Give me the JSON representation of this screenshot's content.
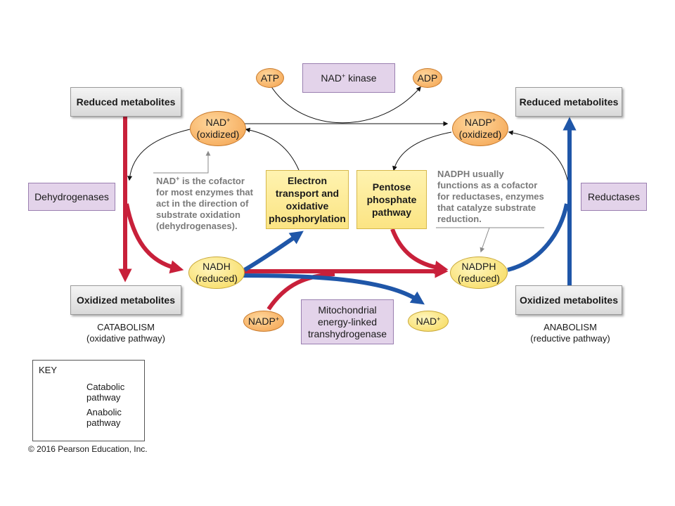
{
  "nodes": {
    "reduced_left": "Reduced metabolites",
    "oxidized_left": "Oxidized metabolites",
    "reduced_right": "Reduced metabolites",
    "oxidized_right": "Oxidized metabolites",
    "dehydrogenases": "Dehydrogenases",
    "reductases": "Reductases",
    "nad_kinase": {
      "text": "NAD",
      "sup": "+",
      "suffix": " kinase"
    },
    "transhydrogenase": [
      "Mitochondrial",
      "energy-linked",
      "transhydrogenase"
    ],
    "etc": [
      "Electron",
      "transport and",
      "oxidative",
      "phosphorylation"
    ],
    "ppp": [
      "Pentose",
      "phosphate",
      "pathway"
    ],
    "atp": "ATP",
    "adp": "ADP",
    "nad_ox": {
      "text": "NAD",
      "sup": "+",
      "state": "(oxidized)"
    },
    "nadp_ox": {
      "text": "NADP",
      "sup": "+",
      "state": "(oxidized)"
    },
    "nadh": {
      "text": "NADH",
      "state": "(reduced)"
    },
    "nadph": {
      "text": "NADPH",
      "state": "(reduced)"
    },
    "nadp_small": {
      "text": "NADP",
      "sup": "+"
    },
    "nad_small": {
      "text": "NAD",
      "sup": "+"
    }
  },
  "notes": {
    "nad_note": {
      "first_text": "NAD",
      "first_sup": "+",
      "lines": [
        " is the cofactor",
        "for most enzymes that",
        "act in the direction of",
        "substrate oxidation",
        "(dehydrogenases)."
      ]
    },
    "nadph_note": [
      "NADPH usually",
      "functions as a cofactor",
      "for reductases, enzymes",
      "that catalyze substrate",
      "reduction."
    ]
  },
  "captions": {
    "catabolism": [
      "CATABOLISM",
      "(oxidative pathway)"
    ],
    "anabolism": [
      "ANABOLISM",
      "(reductive pathway)"
    ]
  },
  "key": {
    "title": "KEY",
    "catabolic": [
      "Catabolic",
      "pathway"
    ],
    "anabolic": [
      "Anabolic",
      "pathway"
    ]
  },
  "colors": {
    "catabolic": "#c8203a",
    "anabolic": "#1f56a8"
  },
  "copyright": "© 2016 Pearson Education, Inc."
}
